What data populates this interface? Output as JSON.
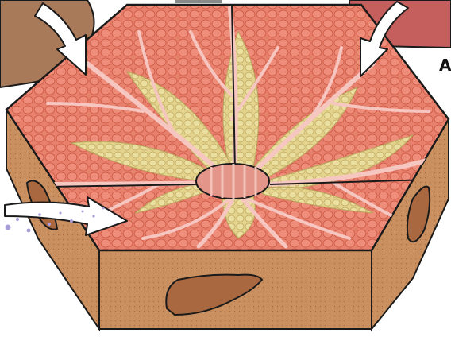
{
  "figure": {
    "corner_label": "A",
    "colors": {
      "lobule_top": "#e8806e",
      "hepatocyte_cell": "#ef8d7b",
      "cell_outline": "#c9553f",
      "hepatocyte_plate_yellow": "#eadf9e",
      "yellow_outline": "#b9a35b",
      "sinusoid_pink": "#f6c6c0",
      "central_vein": "#e39589",
      "side_face": "#c98f5f",
      "side_face_dark": "#b67a4b",
      "organ_silhouette": "#a9683f",
      "arrow_fill": "#ffffff",
      "outline": "#1a1a1a",
      "top_left_shape": "#a97a5a",
      "top_right_shape": "#c45f5d",
      "particles": "#a9a0d9"
    },
    "arrows": [
      {
        "name": "arrow-top-left",
        "icon": "curved-arrow-icon"
      },
      {
        "name": "arrow-top-right",
        "icon": "curved-arrow-icon"
      },
      {
        "name": "arrow-left-inflow",
        "icon": "curved-arrow-icon"
      }
    ]
  }
}
